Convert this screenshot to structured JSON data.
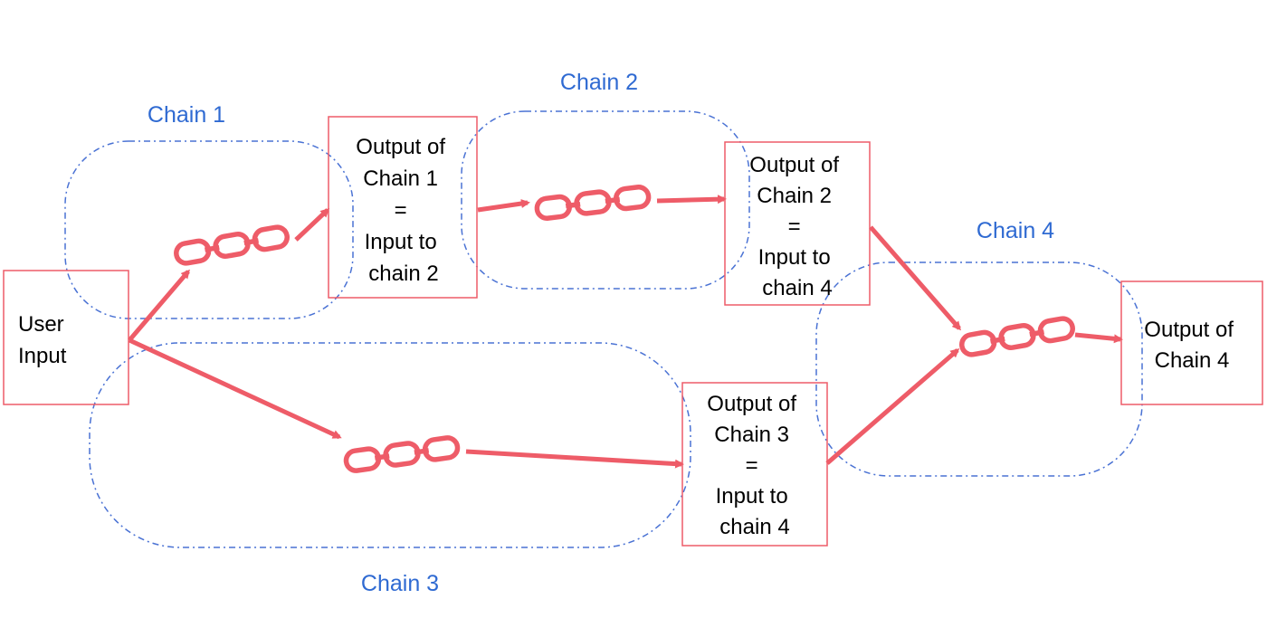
{
  "colors": {
    "accent": "#ee5c68",
    "group_outline": "#4a72d4",
    "label_text": "#2f6ad2",
    "node_text": "#000000"
  },
  "groups": [
    {
      "id": "chain1",
      "label": "Chain 1"
    },
    {
      "id": "chain2",
      "label": "Chain 2"
    },
    {
      "id": "chain3",
      "label": "Chain 3"
    },
    {
      "id": "chain4",
      "label": "Chain 4"
    }
  ],
  "nodes": [
    {
      "id": "user_input",
      "lines": [
        "User",
        "Input"
      ]
    },
    {
      "id": "out1",
      "lines": [
        "Output of",
        "Chain 1",
        "=",
        "Input to",
        "chain 2"
      ]
    },
    {
      "id": "out2",
      "lines": [
        "Output of",
        "Chain 2",
        "=",
        "Input to",
        "chain 4"
      ]
    },
    {
      "id": "out3",
      "lines": [
        "Output of",
        "Chain 3",
        "=",
        "Input to",
        "chain 4"
      ]
    },
    {
      "id": "out4",
      "lines": [
        "Output of",
        "Chain 4"
      ]
    }
  ],
  "icons": [
    "chain-link-icon",
    "chain-link-icon",
    "chain-link-icon",
    "chain-link-icon"
  ]
}
